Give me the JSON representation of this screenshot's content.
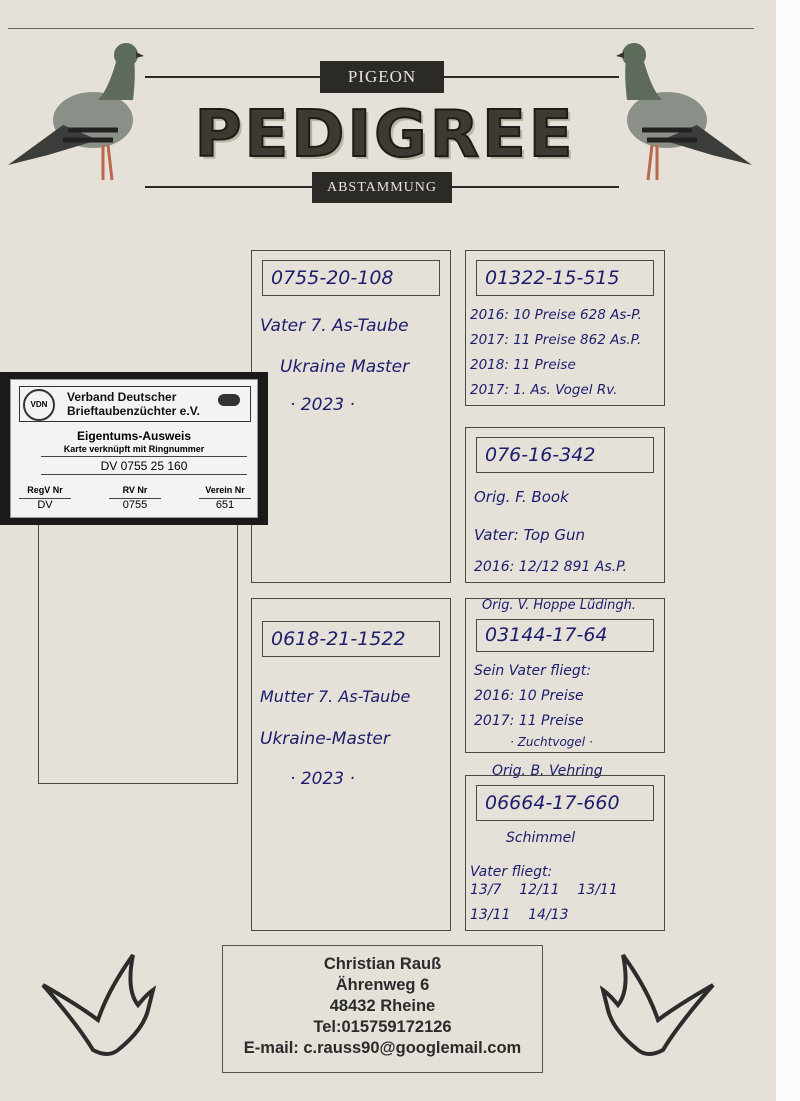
{
  "header": {
    "top_label": "PIGEON",
    "title": "PEDIGREE",
    "bottom_label": "ABSTAMMUNG"
  },
  "card": {
    "org_line1": "Verband Deutscher",
    "org_line2": "Brieftaubenzüchter e.V.",
    "logo_text": "VDN",
    "heading": "Eigentums-Ausweis",
    "subheading": "Karte verknüpft mit Ringnummer",
    "ring": "DV 0755 25 160",
    "fields": [
      {
        "label": "RegV Nr",
        "value": "DV"
      },
      {
        "label": "RV Nr",
        "value": "0755"
      },
      {
        "label": "Verein Nr",
        "value": "651"
      }
    ]
  },
  "father": {
    "ring": "0755-20-108",
    "lines": [
      "Vater 7. As-Taube",
      "Ukraine Master",
      "· 2023 ·"
    ]
  },
  "mother": {
    "ring": "0618-21-1522",
    "lines": [
      "Mutter 7. As-Taube",
      "Ukraine-Master",
      "· 2023 ·"
    ]
  },
  "grandparents": [
    {
      "ring": "01322-15-515",
      "lines": [
        "2016: 10 Preise 628 As-P.",
        "2017: 11 Preise 862 As.P.",
        "2018: 11 Preise",
        "2017: 1. As. Vogel Rv."
      ]
    },
    {
      "ring": "076-16-342",
      "lines": [
        "Orig. F. Book",
        "Vater: Top Gun",
        "2016: 12/12 891 As.P."
      ]
    },
    {
      "origin": "Orig. V. Hoppe Lüdingh.",
      "ring": "03144-17-64",
      "lines": [
        "Sein Vater fliegt:",
        "2016: 10 Preise",
        "2017: 11 Preise",
        "· Zuchtvogel ·"
      ]
    },
    {
      "origin": "Orig. B. Vehring",
      "ring": "06664-17-660",
      "lines": [
        "Schimmel",
        "Vater fliegt:",
        "13/7    12/11    13/11",
        "13/11    14/13"
      ]
    }
  ],
  "owner": {
    "name": "Christian Rauß",
    "street": "Ährenweg 6",
    "city": "48432 Rheine",
    "phone": "Tel:015759172126",
    "email": "E-mail: c.rauss90@googlemail.com"
  }
}
